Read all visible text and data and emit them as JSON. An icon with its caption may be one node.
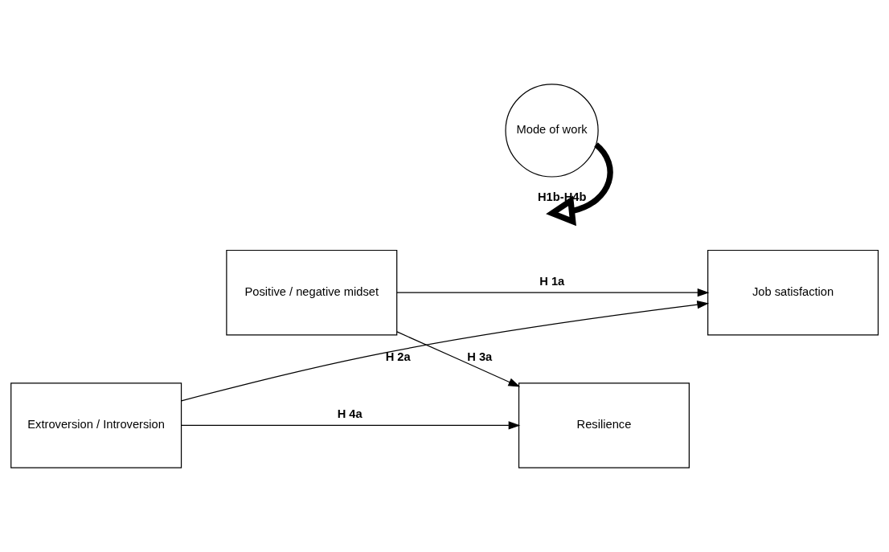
{
  "diagram": {
    "nodes": [
      {
        "text": [
          "Mode of work"
        ]
      },
      {
        "text": [
          "Positive / negative midset"
        ]
      },
      {
        "text": [
          "Extroversion / Introversion"
        ]
      },
      {
        "text": [
          "Job satisfaction"
        ]
      },
      {
        "text": [
          "Resilience"
        ]
      }
    ],
    "edges": [
      {
        "from": 0,
        "to": null,
        "arrow": "to",
        "label": "H1b-H4b",
        "style": "thick"
      },
      {
        "from": 1,
        "to": 3,
        "arrow": "to",
        "label": "H 1a"
      },
      {
        "from": 1,
        "to": 4,
        "arrow": "to",
        "label": "H 3a"
      },
      {
        "from": 2,
        "to": 3,
        "arrow": "to",
        "label": "H 2a"
      },
      {
        "from": 2,
        "to": 4,
        "arrow": "to",
        "label": "H 4a"
      }
    ]
  }
}
